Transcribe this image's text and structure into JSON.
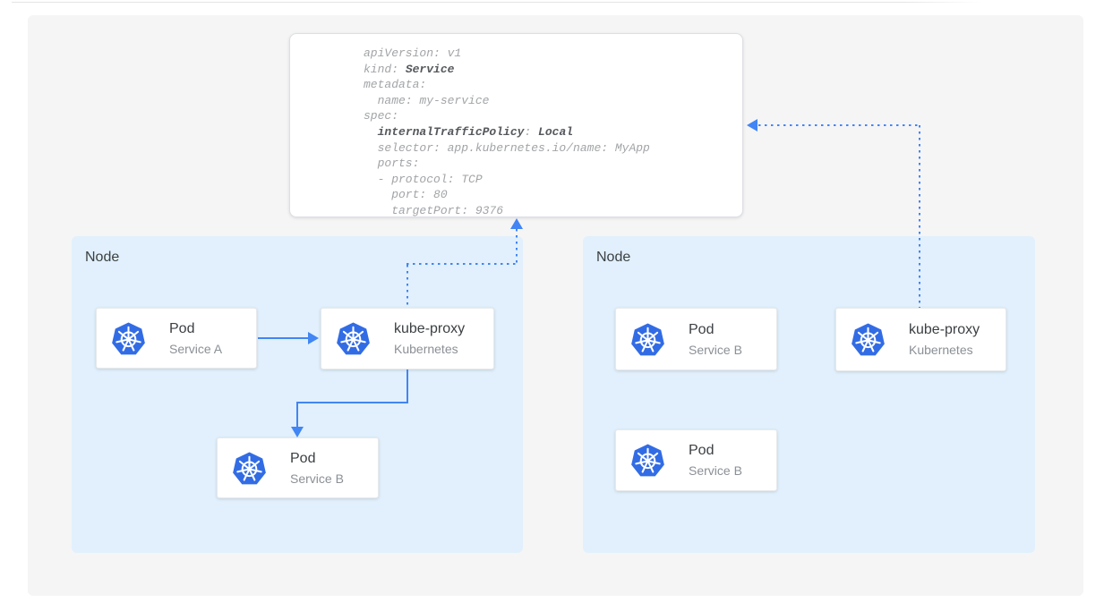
{
  "yaml_panel": {
    "lines": [
      [
        {
          "t": "apiVersion: v1"
        }
      ],
      [
        {
          "t": "kind: "
        },
        {
          "t": "Service",
          "b": true
        }
      ],
      [
        {
          "t": "metadata:"
        }
      ],
      [
        {
          "t": "  name: my-service"
        }
      ],
      [
        {
          "t": "spec:"
        }
      ],
      [
        {
          "t": "  "
        },
        {
          "t": "internalTrafficPolicy",
          "b": true
        },
        {
          "t": ": "
        },
        {
          "t": "Local",
          "b": true
        }
      ],
      [
        {
          "t": "  selector: app.kubernetes.io/name: MyApp"
        }
      ],
      [
        {
          "t": "  ports:"
        }
      ],
      [
        {
          "t": "  - protocol: TCP"
        }
      ],
      [
        {
          "t": "    port: 80"
        }
      ],
      [
        {
          "t": "    targetPort: 9376"
        }
      ]
    ]
  },
  "nodes": {
    "left": {
      "label": "Node",
      "cards": [
        {
          "icon": "kubernetes-logo",
          "title": "Pod",
          "subtitle": "Service A"
        },
        {
          "icon": "kubernetes-logo",
          "title": "kube-proxy",
          "subtitle": "Kubernetes"
        },
        {
          "icon": "kubernetes-logo",
          "title": "Pod",
          "subtitle": "Service B"
        }
      ]
    },
    "right": {
      "label": "Node",
      "cards": [
        {
          "icon": "kubernetes-logo",
          "title": "Pod",
          "subtitle": "Service B"
        },
        {
          "icon": "kubernetes-logo",
          "title": "kube-proxy",
          "subtitle": "Kubernetes"
        },
        {
          "icon": "kubernetes-logo",
          "title": "Pod",
          "subtitle": "Service B"
        }
      ]
    }
  },
  "connections": [
    {
      "from": "pod-service-a",
      "to": "kube-proxy-left",
      "style": "solid-arrow"
    },
    {
      "from": "kube-proxy-left",
      "to": "pod-service-b-left",
      "style": "solid-arrow"
    },
    {
      "from": "kube-proxy-left",
      "to": "service-spec",
      "style": "dotted-arrow"
    },
    {
      "from": "kube-proxy-right",
      "to": "service-spec",
      "style": "dotted-arrow"
    }
  ],
  "colors": {
    "accent_blue": "#4285f4",
    "kubernetes_logo_blue": "#326ce5",
    "node_fill": "#e1f0fc",
    "canvas_fill": "#f5f5f6",
    "yaml_regular_text": "#a2a4a7",
    "yaml_bold_text": "#55585c",
    "title_text": "#3c4043",
    "subtitle_text": "#8b9096"
  }
}
